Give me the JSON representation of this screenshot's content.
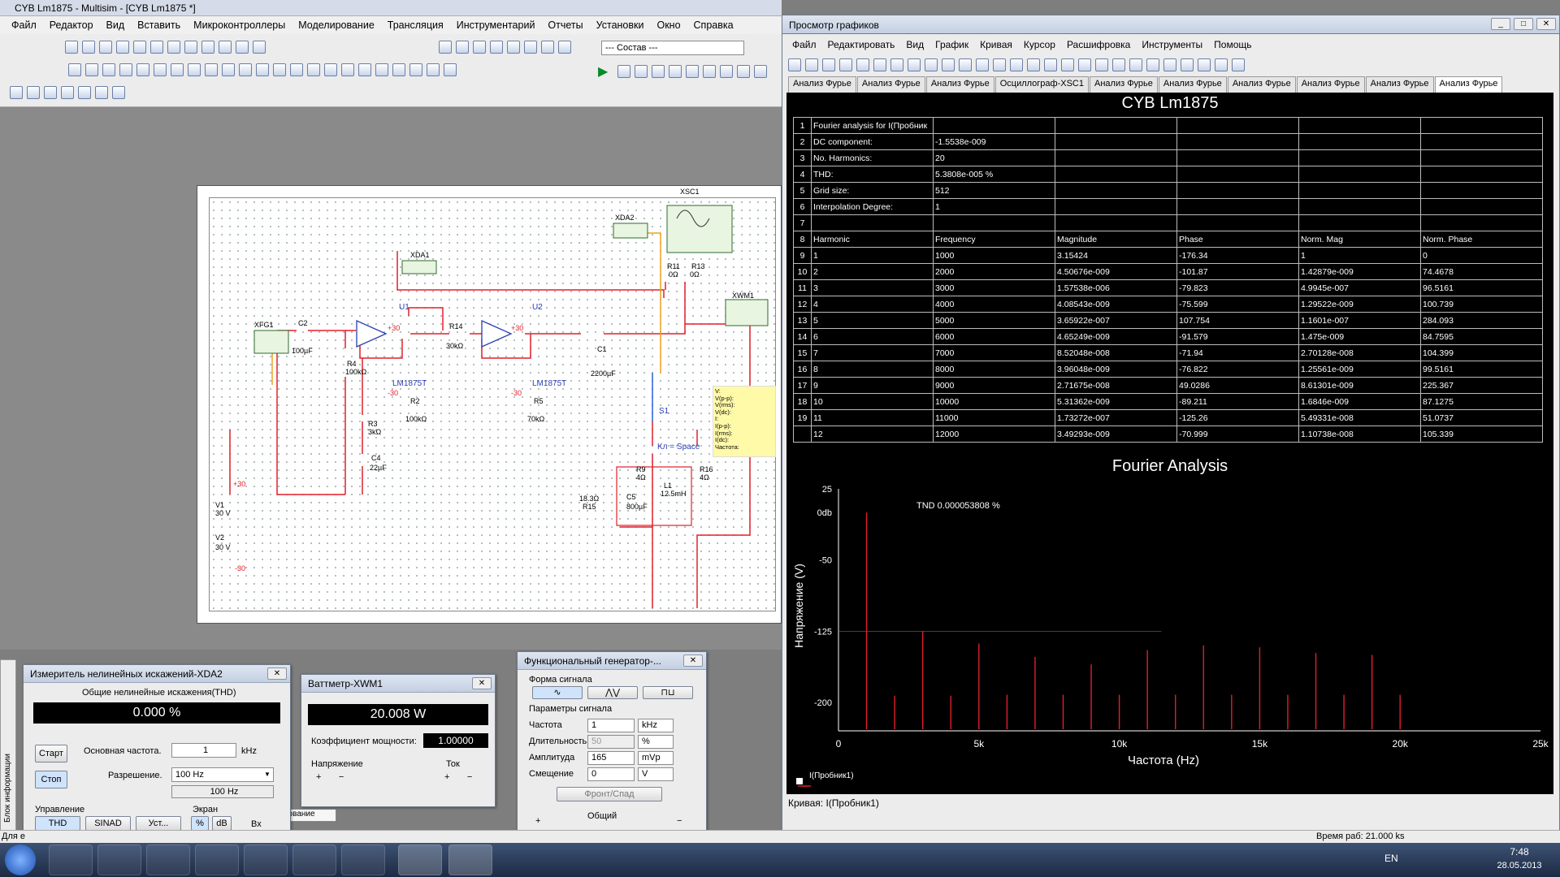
{
  "app": {
    "title": "CYB Lm1875 - Multisim - [CYB Lm1875 *]",
    "menu": [
      "Файл",
      "Редактор",
      "Вид",
      "Вставить",
      "Микроконтроллеры",
      "Моделирование",
      "Трансляция",
      "Инструментарий",
      "Отчеты",
      "Установки",
      "Окно",
      "Справка"
    ],
    "composition_select": "--- Состав ---"
  },
  "schematic": {
    "border_label": "XSC1",
    "components": [
      {
        "ref": "XFG1"
      },
      {
        "ref": "C2",
        "value": "100µF"
      },
      {
        "ref": "R4",
        "value": "100kΩ"
      },
      {
        "ref": "U1",
        "value": "LM1875T"
      },
      {
        "ref": "R14",
        "value": "30kΩ"
      },
      {
        "ref": "U2",
        "value": "LM1875T"
      },
      {
        "ref": "R2",
        "value": "100kΩ"
      },
      {
        "ref": "R5",
        "value": "70kΩ"
      },
      {
        "ref": "R3",
        "value": "3kΩ"
      },
      {
        "ref": "C4",
        "value": "22µF"
      },
      {
        "ref": "C1",
        "value": "2200µF"
      },
      {
        "ref": "XDA1"
      },
      {
        "ref": "XDA2"
      },
      {
        "ref": "R11",
        "value": "0Ω"
      },
      {
        "ref": "R13",
        "value": "0Ω"
      },
      {
        "ref": "XWM1"
      },
      {
        "ref": "S1"
      },
      {
        "ref": "R9",
        "value": "4Ω"
      },
      {
        "ref": "R16",
        "value": "4Ω"
      },
      {
        "ref": "C5",
        "value": "800µF"
      },
      {
        "ref": "L1",
        "value": "12.5mH"
      },
      {
        "ref": "R15",
        "value": "18.3Ω"
      },
      {
        "ref": "V1",
        "value": "30 V"
      },
      {
        "ref": "V2",
        "value": "30 V"
      }
    ],
    "supply_pos": "+30",
    "supply_neg": "-30",
    "switch_key": "Kл = Space",
    "probe_lines": [
      "V:",
      "V(p-p):",
      "V(rms):",
      "V(dc):",
      "I:",
      "I(p-p):",
      "I(rms):",
      "I(dc):",
      "Частота:"
    ]
  },
  "thd_meter": {
    "title": "Измеритель нелинейных искажений-XDA2",
    "heading": "Общие нелинейные искажения(THD)",
    "display": "0.000 %",
    "start_label": "Старт",
    "stop_label": "Стоп",
    "fundamental_label": "Основная частота.",
    "fundamental_value": "1",
    "fundamental_unit": "kHz",
    "resolution_label": "Разрешение.",
    "resolution_value": "100 Hz",
    "resolution_readout": "100 Hz",
    "control_label": "Управление",
    "screen_label": "Экран",
    "thd_btn": "THD",
    "sinad_btn": "SINAD",
    "set_btn": "Уст...",
    "pct_btn": "%",
    "db_btn": "dB",
    "input_label": "Вх"
  },
  "wattmeter": {
    "title": "Ваттметр-XWM1",
    "display": "20.008 W",
    "pf_label": "Коэффициент мощности:",
    "pf_value": "1.00000",
    "voltage_label": "Напряжение",
    "current_label": "Ток"
  },
  "func_gen": {
    "title": "Функциональный генератор-...",
    "waveform_label": "Форма сигнала",
    "params_label": "Параметры сигнала",
    "rows": [
      {
        "label": "Частота",
        "value": "1",
        "unit": "kHz"
      },
      {
        "label": "Длительность",
        "value": "50",
        "unit": "%"
      },
      {
        "label": "Амплитуда",
        "value": "165",
        "unit": "mVp"
      },
      {
        "label": "Смещение",
        "value": "0",
        "unit": "V"
      }
    ],
    "edge_btn": "Фронт/Спад",
    "common_label": "Общий"
  },
  "side_panel": {
    "label": "Блок информации"
  },
  "bottom_tab": "рование",
  "grapher": {
    "title": "Просмотр графиков",
    "menu": [
      "Файл",
      "Редактировать",
      "Вид",
      "График",
      "Кривая",
      "Курсор",
      "Расшифровка",
      "Инструменты",
      "Помощь"
    ],
    "tabs": [
      "Анализ Фурье",
      "Анализ Фурье",
      "Анализ Фурье",
      "Осциллограф-XSC1",
      "Анализ Фурье",
      "Анализ Фурье",
      "Анализ Фурье",
      "Анализ Фурье",
      "Анализ Фурье",
      "Анализ Фурье"
    ],
    "page_title": "CYB Lm1875",
    "table_rows": [
      [
        "1",
        "Fourier analysis for I(Пробник",
        "",
        "",
        "",
        "",
        ""
      ],
      [
        "2",
        "DC component:",
        "-1.5538e-009",
        "",
        "",
        "",
        ""
      ],
      [
        "3",
        "No. Harmonics:",
        "20",
        "",
        "",
        "",
        ""
      ],
      [
        "4",
        "THD:",
        "5.3808e-005 %",
        "",
        "",
        "",
        ""
      ],
      [
        "5",
        "Grid size:",
        "512",
        "",
        "",
        "",
        ""
      ],
      [
        "6",
        "Interpolation Degree:",
        "1",
        "",
        "",
        "",
        ""
      ],
      [
        "7",
        "",
        "",
        "",
        "",
        "",
        ""
      ],
      [
        "8",
        "Harmonic",
        "Frequency",
        "Magnitude",
        "Phase",
        "Norm. Mag",
        "Norm. Phase"
      ],
      [
        "9",
        "1",
        "1000",
        "3.15424",
        "-176.34",
        "1",
        "0"
      ],
      [
        "10",
        "2",
        "2000",
        "4.50676e-009",
        "-101.87",
        "1.42879e-009",
        "74.4678"
      ],
      [
        "11",
        "3",
        "3000",
        "1.57538e-006",
        "-79.823",
        "4.9945e-007",
        "96.5161"
      ],
      [
        "12",
        "4",
        "4000",
        "4.08543e-009",
        "-75.599",
        "1.29522e-009",
        "100.739"
      ],
      [
        "13",
        "5",
        "5000",
        "3.65922e-007",
        "107.754",
        "1.1601e-007",
        "284.093"
      ],
      [
        "14",
        "6",
        "6000",
        "4.65249e-009",
        "-91.579",
        "1.475e-009",
        "84.7595"
      ],
      [
        "15",
        "7",
        "7000",
        "8.52048e-008",
        "-71.94",
        "2.70128e-008",
        "104.399"
      ],
      [
        "16",
        "8",
        "8000",
        "3.96048e-009",
        "-76.822",
        "1.25561e-009",
        "99.5161"
      ],
      [
        "17",
        "9",
        "9000",
        "2.71675e-008",
        "49.0286",
        "8.61301e-009",
        "225.367"
      ],
      [
        "18",
        "10",
        "10000",
        "5.31362e-009",
        "-89.211",
        "1.6846e-009",
        "87.1275"
      ],
      [
        "19",
        "11",
        "11000",
        "1.73272e-007",
        "-125.26",
        "5.49331e-008",
        "51.0737"
      ],
      [
        "",
        "12",
        "12000",
        "3.49293e-009",
        "-70.999",
        "1.10738e-008",
        "105.339"
      ]
    ],
    "curve_status": "Кривая: I(Пробник1)",
    "sim_time": "Время раб: 21.000 ks"
  },
  "chart_data": {
    "type": "bar",
    "title": "Fourier Analysis",
    "annotation": "TND 0.000053808 %",
    "xlabel": "Частота (Hz)",
    "ylabel": "Напряжение (V)",
    "xlim": [
      0,
      25000
    ],
    "ylim": [
      -230,
      25
    ],
    "yticks": [
      {
        "v": 25,
        "label": "25"
      },
      {
        "v": 0,
        "label": "0db"
      },
      {
        "v": -50,
        "label": "-50"
      },
      {
        "v": -125,
        "label": "-125"
      },
      {
        "v": -200,
        "label": "-200"
      }
    ],
    "xticks": [
      {
        "v": 0,
        "label": "0"
      },
      {
        "v": 5000,
        "label": "5k"
      },
      {
        "v": 10000,
        "label": "10k"
      },
      {
        "v": 15000,
        "label": "15k"
      },
      {
        "v": 20000,
        "label": "20k"
      },
      {
        "v": 25000,
        "label": "25k"
      }
    ],
    "legend": "I(Пробник1)",
    "series": [
      {
        "color": "#e0202a",
        "x": [
          1000,
          2000,
          3000,
          4000,
          5000,
          6000,
          7000,
          8000,
          9000,
          10000,
          11000,
          12000,
          13000,
          14000,
          15000,
          16000,
          17000,
          18000,
          19000,
          20000
        ],
        "y": [
          0,
          -193,
          -125,
          -193,
          -138,
          -192,
          -152,
          -192,
          -160,
          -192,
          -145,
          -192,
          -140,
          -192,
          -142,
          -192,
          -148,
          -192,
          -150,
          -192
        ]
      }
    ]
  },
  "taskbar": {
    "lang": "EN",
    "time": "7:48",
    "date": "28.05.2013"
  },
  "status_left": "Для е"
}
